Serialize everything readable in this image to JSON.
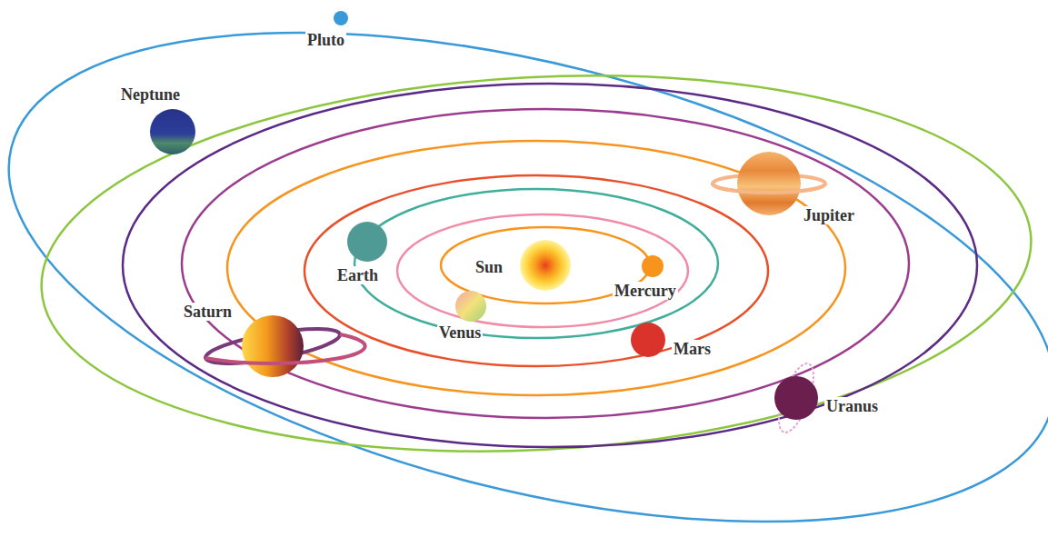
{
  "diagram": {
    "labels": [
      "Pluto",
      "Neptune",
      "Jupiter",
      "Earth",
      "Sun",
      "Mercury",
      "Saturn",
      "Venus",
      "Mars",
      "Uranus"
    ]
  }
}
